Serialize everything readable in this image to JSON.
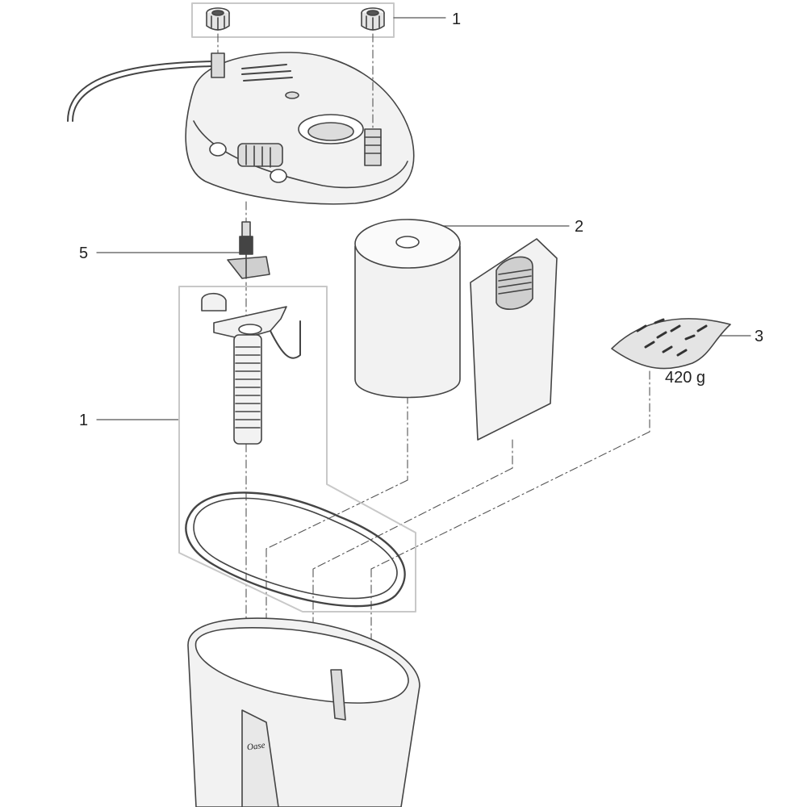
{
  "colors": {
    "line": "#444444",
    "leader": "#555555",
    "group_box": "#c8c8c8",
    "part_fill": "#f2f2f2",
    "part_shade": "#dcdcdc",
    "dark": "#222222"
  },
  "callouts": {
    "screws_group": "1",
    "foam_filter": "2",
    "filter_media": "3",
    "impeller": "5",
    "riser_group": "1"
  },
  "media_weight": "420 g",
  "logo_text": "Oase"
}
